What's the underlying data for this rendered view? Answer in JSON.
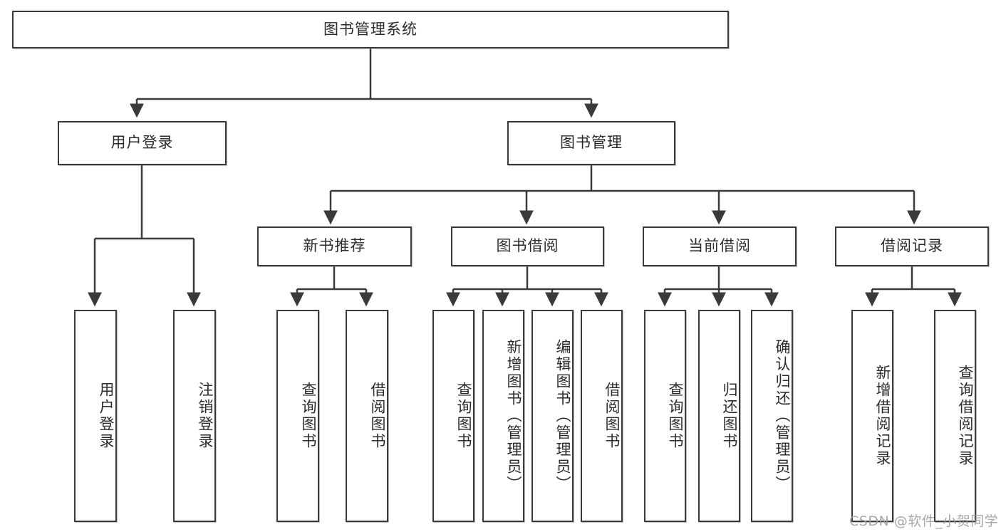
{
  "diagram": {
    "title": "图书管理系统",
    "type": "tree",
    "background": "#ffffff",
    "line_color": "#3a3a3a",
    "text_color": "#2b2b2b",
    "root": {
      "label": "图书管理系统",
      "id": "root"
    },
    "level1": [
      {
        "id": "user-login",
        "label": "用户登录"
      },
      {
        "id": "book-manage",
        "label": "图书管理"
      }
    ],
    "level2": [
      {
        "id": "new-book-recommend",
        "label": "新书推荐",
        "parent": "book-manage"
      },
      {
        "id": "book-borrow",
        "label": "图书借阅",
        "parent": "book-manage"
      },
      {
        "id": "current-borrow",
        "label": "当前借阅",
        "parent": "book-manage"
      },
      {
        "id": "borrow-record",
        "label": "借阅记录",
        "parent": "book-manage"
      }
    ],
    "leaves": {
      "user-login": [
        {
          "id": "leaf-user-login",
          "label": "用户登录"
        },
        {
          "id": "leaf-logout",
          "label": "注销登录"
        }
      ],
      "new-book-recommend": [
        {
          "id": "leaf-query-book-1",
          "label": "查询图书"
        },
        {
          "id": "leaf-borrow-book-1",
          "label": "借阅图书"
        }
      ],
      "book-borrow": [
        {
          "id": "leaf-query-book-2",
          "label": "查询图书"
        },
        {
          "id": "leaf-add-book",
          "label": "新增图书（管理员）"
        },
        {
          "id": "leaf-edit-book",
          "label": "编辑图书（管理员）"
        },
        {
          "id": "leaf-borrow-book-2",
          "label": "借阅图书"
        }
      ],
      "current-borrow": [
        {
          "id": "leaf-query-book-3",
          "label": "查询图书"
        },
        {
          "id": "leaf-return-book",
          "label": "归还图书"
        },
        {
          "id": "leaf-confirm-return",
          "label": "确认归还（管理员）"
        }
      ],
      "borrow-record": [
        {
          "id": "leaf-add-record",
          "label": "新增借阅记录"
        },
        {
          "id": "leaf-query-record",
          "label": "查询借阅记录"
        }
      ]
    }
  },
  "watermark": {
    "text": "CSDN @软件_小贺同学"
  }
}
